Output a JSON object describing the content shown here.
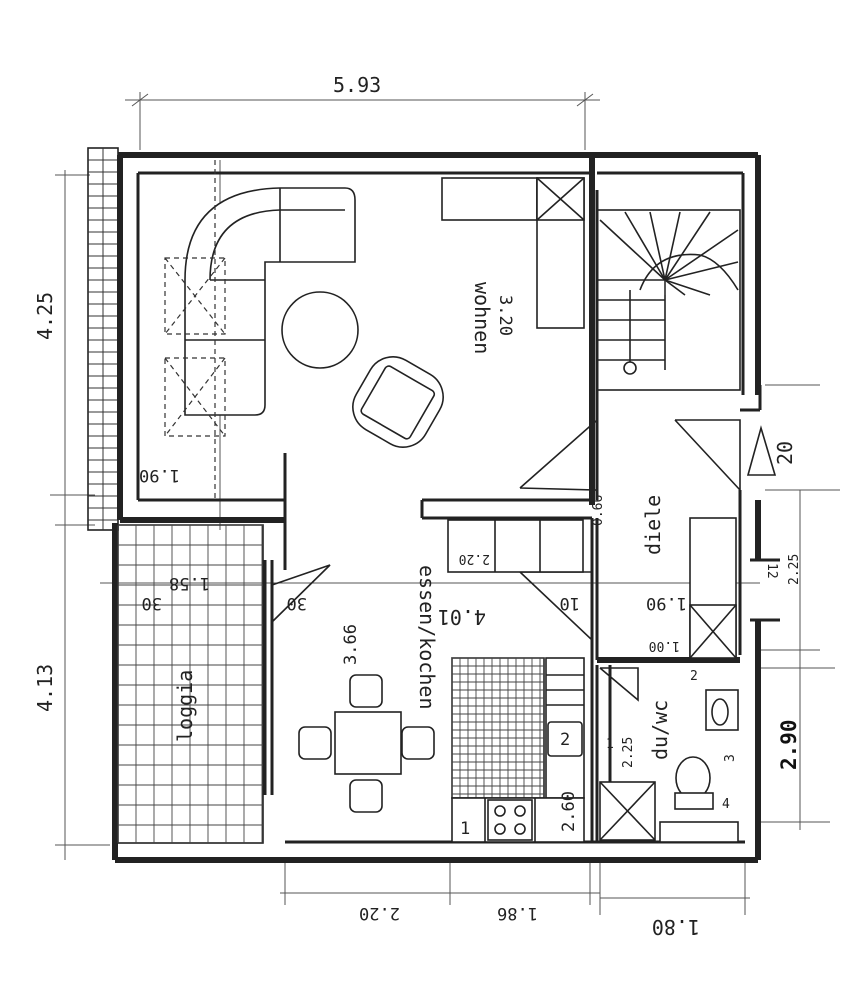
{
  "rooms": {
    "wohnen": "wohnen",
    "diele": "diele",
    "essen_kochen": "essen/kochen",
    "loggia": "loggia",
    "du_wc": "du/wc"
  },
  "dimensions": {
    "top_width": "5.93",
    "left_upper": "4.25",
    "left_lower": "4.13",
    "wohnen_depth": "3.20",
    "sofa_width": "1.90",
    "loggia_width": "1.58",
    "wall_30_a": "30",
    "wall_30_b": "30",
    "essen_depth": "3.66",
    "essen_width": "4.01",
    "counter": "2.20",
    "diele_width": "0.66",
    "wall_10": "10",
    "diele_depth": "1.90",
    "door_100": "1.00",
    "side_225": "2.25",
    "stair_step": "20",
    "bath_left": "2.25",
    "bath_height": "2.90",
    "kitchen_len": "2.60",
    "bottom_220": "2.20",
    "bottom_186": "1.86",
    "bottom_180": "1.80",
    "mini_12": "12"
  },
  "markers": {
    "k1": "1",
    "k2": "2",
    "b1": "1",
    "b2": "2",
    "b3": "3",
    "b4": "4"
  }
}
